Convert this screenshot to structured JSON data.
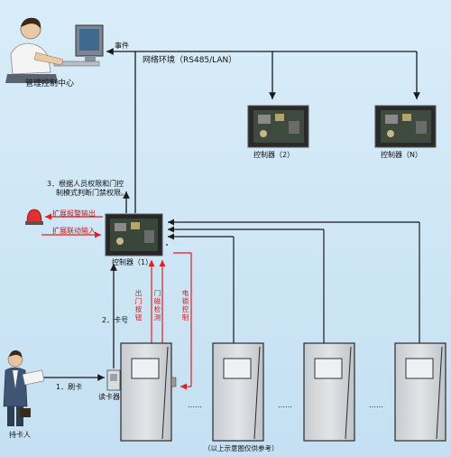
{
  "labels": {
    "center": "管理控制中心",
    "event": "事件",
    "network": "网络环境（RS485/LAN）",
    "controller2": "控制器（2）",
    "controllerN": "控制器（N）",
    "controller1": "控制器（1）",
    "note3_line1": "3．根据人员权限和门控",
    "note3_line2": "制模式判断门禁权限。",
    "alarm_out": "扩展报警输出",
    "link_in": "扩展联动输入",
    "exit_button": "出门按钮",
    "door_sensor": "门磁检测",
    "lock_control": "电锁控制",
    "card_no": "2．卡号",
    "swipe": "1．刷卡",
    "reader": "读卡器",
    "cardholder": "持卡人",
    "dots1": "……",
    "dots2": "……",
    "dots3": "……",
    "footnote": "（以上示意图仅供参考）"
  },
  "colors": {
    "arrow_black": "#1a1a1a",
    "arrow_red": "#e02020",
    "door_fill": "#d4d7da",
    "door_border": "#2a2a2a"
  }
}
